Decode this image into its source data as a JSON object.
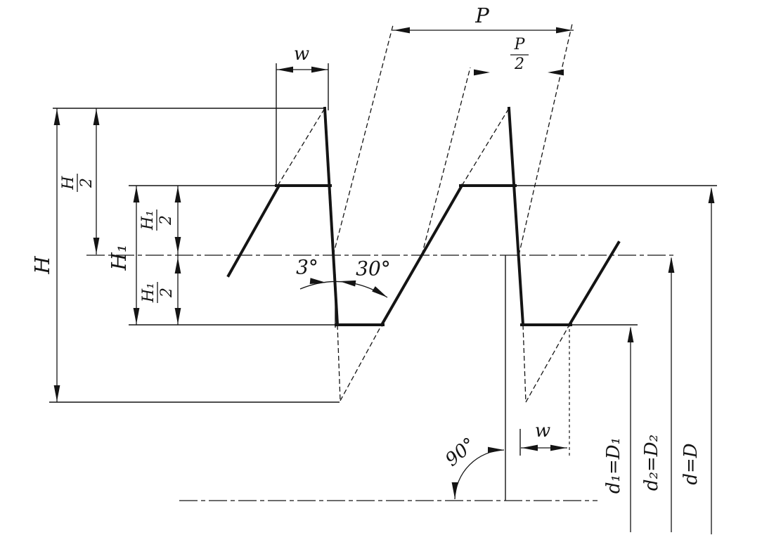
{
  "figure": {
    "kind": "thread-profile-technical-drawing",
    "background": "#ffffff",
    "ink": "#141414"
  },
  "labels": {
    "pitch": "P",
    "half_pitch": {
      "num": "P",
      "den": "2"
    },
    "crest_width_top": "w",
    "root_width_bottom": "w",
    "total_height": "H",
    "half_total_height": {
      "num": "H",
      "den": "2"
    },
    "working_height": "H₁",
    "half_working_height_upper": {
      "num": "H₁",
      "den": "2"
    },
    "half_working_height_lower": {
      "num": "H₁",
      "den": "2"
    },
    "steep_flank_angle": "3°",
    "load_flank_angle": "30°",
    "axis_angle": "90°",
    "minor_diameter": "d₁=D₁",
    "pitch_diameter": "d₂=D₂",
    "major_diameter": "d=D"
  }
}
